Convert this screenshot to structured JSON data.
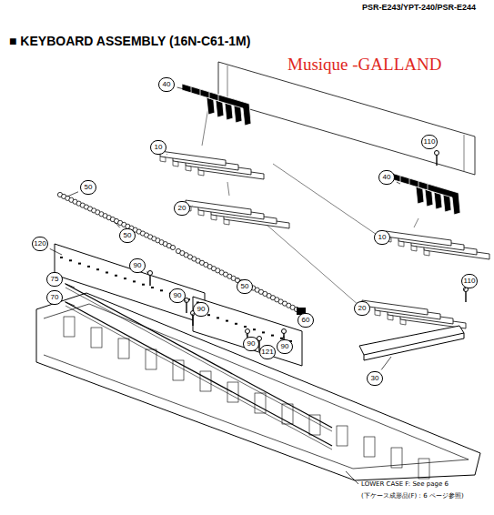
{
  "diagram": {
    "title": "■ KEYBOARD ASSEMBLY (16N-C61-1M)",
    "labels": [
      "PSR-E243/YPT-240/PSR-E244",
      "Musique -GALLAND",
      "40",
      "110",
      "10",
      "40",
      "50",
      "20",
      "10",
      "50",
      "120",
      "90",
      "110",
      "75",
      "50",
      "90",
      "20",
      "70",
      "90",
      "60",
      "90",
      "121",
      "90",
      "30",
      "LOWER CASE F: See page 6",
      "(下ケース成形品(F)：6 ページ参照)"
    ]
  }
}
